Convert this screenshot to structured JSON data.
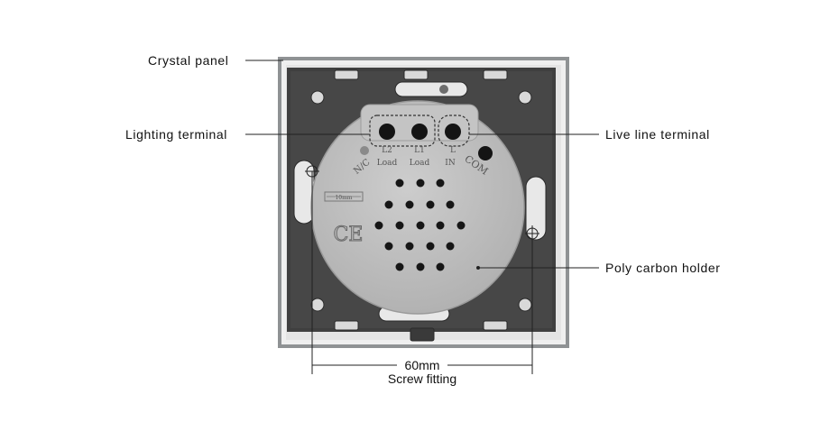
{
  "callouts": {
    "crystal_panel": "Crystal panel",
    "lighting_terminal": "Lighting terminal",
    "live_line_terminal": "Live line terminal",
    "poly_carbon_holder": "Poly carbon holder"
  },
  "dimension": {
    "value": "60mm",
    "caption": "Screw fitting"
  },
  "terminals": {
    "nc": "N/C",
    "l2": "L2",
    "l1": "L1",
    "l": "L",
    "load": "Load",
    "in": "IN",
    "com": "COM"
  },
  "marks": {
    "strip_gauge": "10mm",
    "ce": "CE"
  },
  "colors": {
    "frame_border": "#8f9294",
    "crystal_panel": "#efefef",
    "base_plate": "#3f3f3f",
    "holder": "#bfbfbf",
    "holes": "#141414",
    "leader_lines": "#222222"
  }
}
